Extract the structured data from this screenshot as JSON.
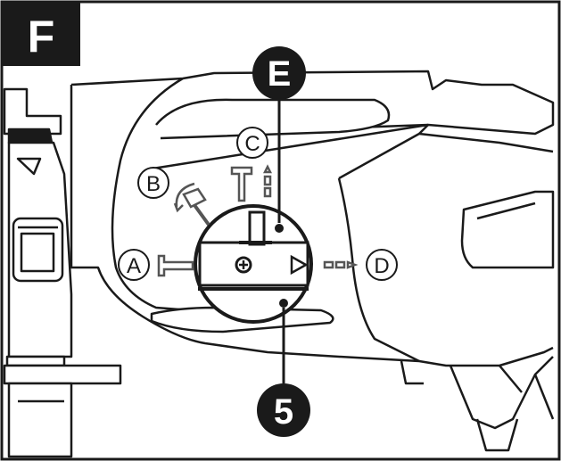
{
  "figure": {
    "panel_label": "F",
    "callouts": {
      "top": "E",
      "bottom": "5"
    },
    "mode_markers": {
      "a": "A",
      "b": "B",
      "c": "C",
      "d": "D"
    }
  }
}
